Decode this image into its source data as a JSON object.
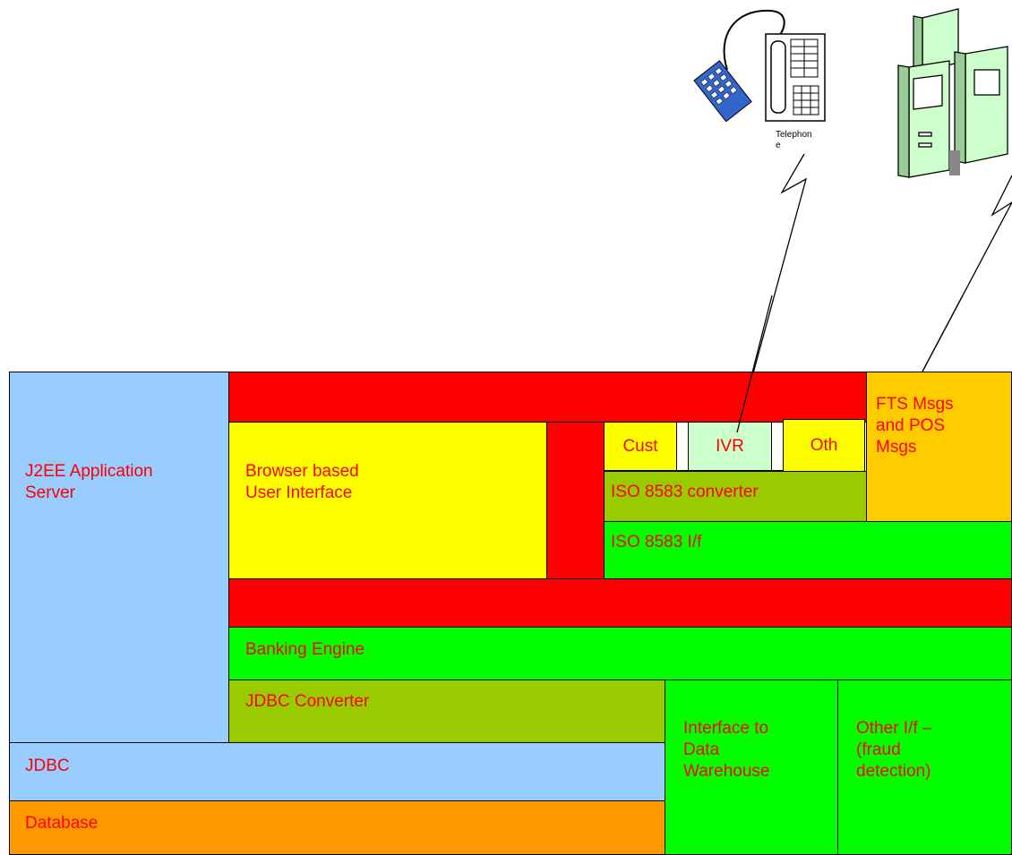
{
  "colors": {
    "app_server": "#99ccff",
    "red_bar": "#ff0000",
    "browser": "#ffff00",
    "channel_small": "#ffff00",
    "ivr": "#ccffcc",
    "converter": "#99cc00",
    "interface": "#00ff00",
    "fts": "#ffcc00",
    "database": "#ff9900",
    "label_text": "#ff0000",
    "atm": "#ccffcc",
    "keypad": "#3366cc"
  },
  "blocks": {
    "app_server": "J2EE Application\nServer",
    "browser_ui": "Browser based\nUser Interface",
    "cust": "Cust",
    "ivr": "IVR",
    "oth": "Oth",
    "fts": "FTS Msgs\nand POS\nMsgs",
    "iso_converter": "ISO 8583 converter",
    "iso_if": "ISO 8583 I/f",
    "banking_engine": "Banking Engine",
    "jdbc_converter": "JDBC Converter",
    "jdbc": "JDBC",
    "database": "Database",
    "data_warehouse": "Interface to\nData\nWarehouse",
    "other_if": "Other I/f –\n(fraud\ndetection)"
  },
  "devices": {
    "telephone_caption": "Telephon\ne",
    "telephone_icon": "telephone-icon",
    "atm_icon": "atm-icon"
  }
}
